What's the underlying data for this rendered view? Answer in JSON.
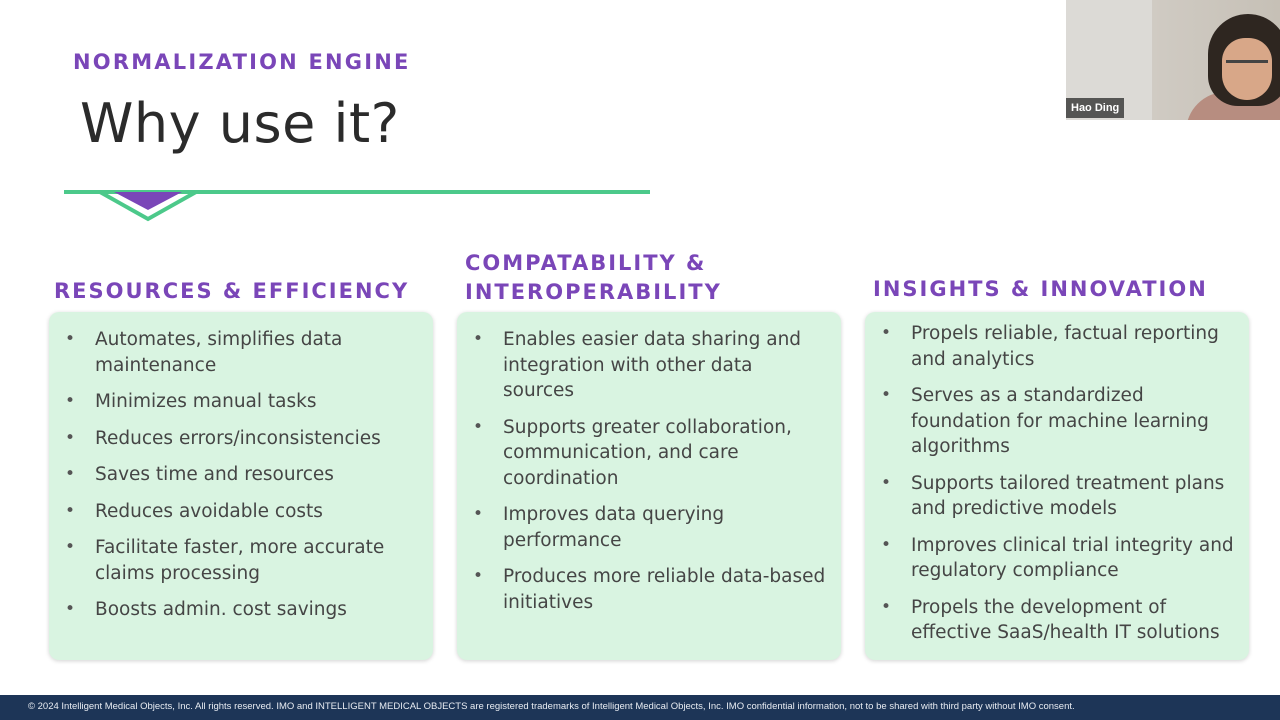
{
  "slide": {
    "eyebrow": "NORMALIZATION ENGINE",
    "title": "Why use it?"
  },
  "columns": [
    {
      "heading": "RESOURCES & EFFICIENCY",
      "bullets": [
        "Automates, simplifies data maintenance",
        "Minimizes manual tasks",
        "Reduces errors/inconsistencies",
        "Saves time and resources",
        "Reduces avoidable costs",
        "Facilitate faster, more accurate claims processing",
        "Boosts admin. cost savings"
      ]
    },
    {
      "heading": "COMPATABILITY & INTEROPERABILITY",
      "bullets": [
        "Enables easier data sharing and integration with other data sources",
        "Supports greater collaboration, communication, and care coordination",
        "Improves data querying performance",
        "Produces more reliable data-based initiatives"
      ]
    },
    {
      "heading": "INSIGHTS & INNOVATION",
      "bullets": [
        "Propels reliable, factual reporting and analytics",
        "Serves as a standardized foundation for machine learning algorithms",
        "Supports tailored treatment plans and predictive models",
        "Improves clinical trial integrity and regulatory compliance",
        "Propels the development of effective SaaS/health IT solutions"
      ]
    }
  ],
  "webcam": {
    "participant_name": "Hao Ding"
  },
  "footer": {
    "text": "© 2024 Intelligent Medical Objects, Inc. All rights reserved. IMO and INTELLIGENT MEDICAL OBJECTS are registered trademarks of Intelligent Medical Objects, Inc. IMO confidential information, not to be shared with third party without IMO consent."
  },
  "colors": {
    "accent_purple": "#7a46b8",
    "accent_green": "#4cc98a",
    "card_background": "#d9f4e1",
    "footer_background": "#1d3557"
  }
}
